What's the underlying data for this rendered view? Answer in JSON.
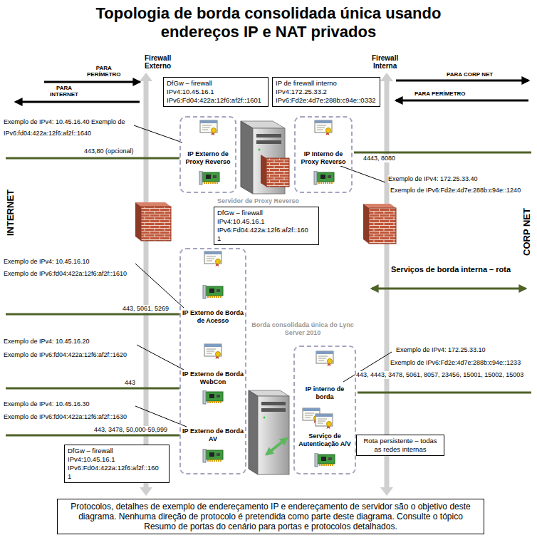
{
  "diagram": {
    "title": "Topologia de borda consolidada única usando endereços IP e NAT privados",
    "caption": "Protocolos, detalhes de exemplo de endereçamento IP e endereçamento de servidor são o objetivo deste diagrama. Nenhuma direção de protocolo é pretendida como parte deste diagrama. Consulte o tópico Resumo de portas do cenário para portas e protocolos detalhados.",
    "nodes": [
      {
        "text": [
          "DfGw – firewall",
          "IPv4:10.45.16.1",
          "IPv6:Fd04:422a:12f6:af2f::1601"
        ]
      },
      {
        "text": [
          "IP de firewall interno",
          "IPv4:172.25.33.2",
          "IPv6:Fd2e:4d7e:288b:c94e::0332"
        ]
      },
      {
        "text": [
          "IP Externo de Proxy Reverso"
        ]
      },
      {
        "text": [
          "IP Interno de Proxy Reverso"
        ]
      },
      {
        "text": [
          "DfGw – firewall",
          "IPv4:10.45.16.1",
          "IPv6:Fd04:422a:12f6:af2f::160 1"
        ]
      },
      {
        "text": [
          "IP Externo de Borda de Acesso",
          "IP Externo de Borda WebCon",
          "IP Externo de Borda AV"
        ]
      },
      {
        "text": [
          "IP interno de borda",
          "Serviço de Autenticação A/V"
        ]
      },
      {
        "text": [
          "Rota persistente – todas as redes internas"
        ]
      },
      {
        "text": [
          "DfGw – firewall",
          "IPv4:10.45.16.1",
          "IPv6:Fd04:422a:12f6:af2f::160 1"
        ]
      }
    ],
    "labels": [
      "Firewall Externo",
      "Firewall Interna",
      "PARA PERÍMETRO",
      "PARA CORP NET",
      "PARA INTERNET",
      "PARA PERÍMETRO",
      "Exemplo de IPv4: 10.45.16.40 Exemplo de",
      "IPv6:fd04:422a:12f6:af2f::1640",
      "443,80 (opcional)",
      "4443, 8080",
      "Exemplo de IPv4: 172.25.33.40",
      "Exemplo de IPv6:Fd2e:4d7e:288b:c94e::1240",
      "Servidor de Proxy Reverso",
      "INTERNET",
      "CORP NET",
      "Exemplo de IPv4: 10.45.16.10",
      "Exemplo de IPv6:fd04:422a:12f6:af2f::1610",
      "Serviços de borda interna – rota",
      "443, 5061, 5269",
      "Borda consolidada única do Lync Server 2010",
      "Exemplo de IPv4: 10.45.16.20",
      "Exemplo de IPv6:fd04:422a:12f6:af2f::1620",
      "Exemplo de IPv4: 172.25.33.10",
      "Exemplo de IPv6:Fd2e:4d7e:288b:c94e::1233",
      "443, 4443, 3478, 5061, 8057, 23456, 15001, 15002, 15003",
      "443",
      "Exemplo de IPv4: 10.45.16.30",
      "Exemplo de IPv6:fd04:422a:12f6:af2f::1630",
      "443, 3478, 50,000-59,999"
    ]
  }
}
